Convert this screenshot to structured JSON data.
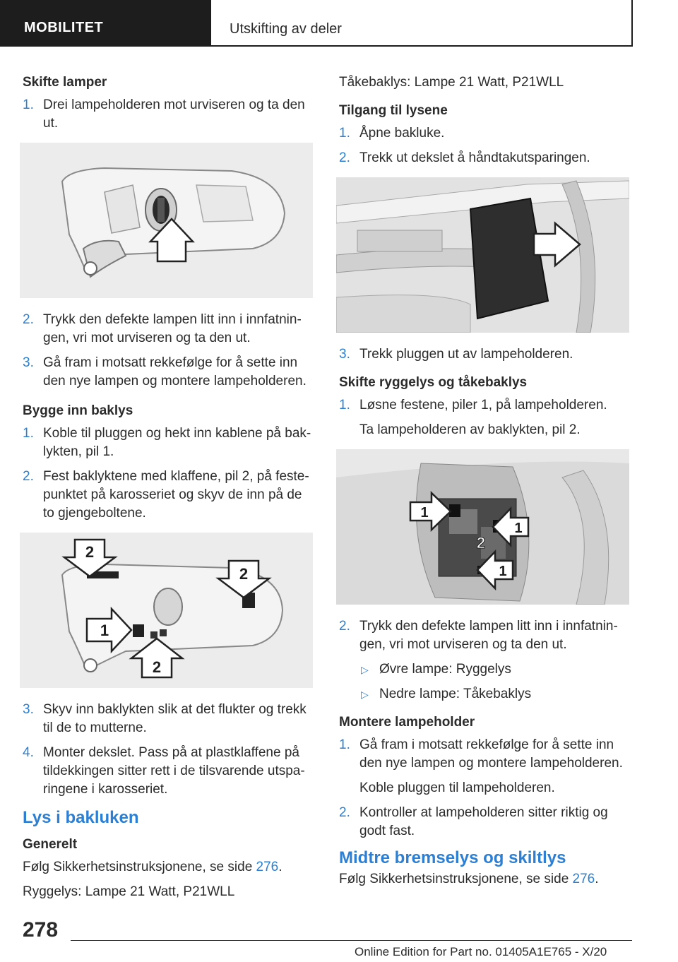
{
  "header": {
    "section": "MOBILITET",
    "chapter": "Utskifting av deler"
  },
  "left": {
    "h_skifte": "Skifte lamper",
    "s1": "Drei lampeholderen mot urviseren og ta den ut.",
    "s2": "Trykk den defekte lampen litt inn i innfatnin­gen, vri mot urviseren og ta den ut.",
    "s3": "Gå fram i motsatt rekkefølge for å sette inn den nye lampen og montere lampeholderen.",
    "h_bygge": "Bygge inn baklys",
    "b1": "Koble til pluggen og hekt inn kablene på bak­lykten, pil 1.",
    "b2": "Fest baklyktene med klaffene, pil 2, på feste­punktet på karosseriet og skyv de inn på de to gjengeboltene.",
    "b3": "Skyv inn baklykten slik at det flukter og trekk til de to mutterne.",
    "b4": "Monter dekslet. Pass på at plastklaffene på tildekkingen sitter rett i de tilsvarende utspa­ringene i karosseriet.",
    "h_lys": "Lys i bakluken",
    "h_generelt": "Generelt",
    "generelt_text": "Følg Sikkerhetsinstruksjonene, se side",
    "generelt_link": "276",
    "ryggelys": "Ryggelys: Lampe 21 Watt, P21WLL"
  },
  "right": {
    "takebaklys": "Tåkebaklys: Lampe 21 Watt, P21WLL",
    "h_tilgang": "Tilgang til lysene",
    "t1": "Åpne bakluke.",
    "t2": "Trekk ut dekslet å håndtakutsparingen.",
    "t3": "Trekk pluggen ut av lampeholderen.",
    "h_skifte_rygg": "Skifte ryggelys og tåkebaklys",
    "r1": "Løsne festene, piler 1, på lampeholderen.",
    "r1b": "Ta lampeholderen av baklykten, pil 2.",
    "r2": "Trykk den defekte lampen litt inn i innfatnin­gen, vri mot urviseren og ta den ut.",
    "r2a": "Øvre lampe: Ryggelys",
    "r2b": "Nedre lampe: Tåkebaklys",
    "h_montere": "Montere lampeholder",
    "m1": "Gå fram i motsatt rekkefølge for å sette inn den nye lampen og montere lampeholderen.",
    "m1b": "Koble pluggen til lampeholderen.",
    "m2": "Kontroller at lampeholderen sitter riktig og godt fast.",
    "h_midtre": "Midtre bremselys og skiltlys",
    "midtre_text": "Følg Sikkerhetsinstruksjonene, se side",
    "midtre_link": "276"
  },
  "nums": {
    "n1": "1.",
    "n2": "2.",
    "n3": "3.",
    "n4": "4."
  },
  "bullet": "▷",
  "callouts": {
    "one": "1",
    "two": "2"
  },
  "page_number": "278",
  "footer": "Online Edition for Part no. 01405A1E765 - X/20",
  "colors": {
    "accent": "#2c7fd2",
    "header_bg": "#1d1d1d",
    "figure_bg": "#ececec"
  }
}
